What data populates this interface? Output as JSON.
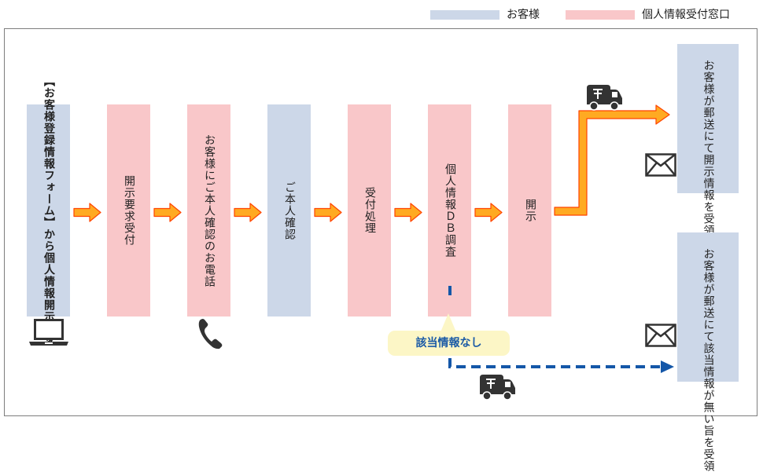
{
  "legend": {
    "customer": {
      "label": "お客様",
      "color": "#ccd7e8"
    },
    "desk": {
      "label": "個人情報受付窓口",
      "color": "#f9c7c9"
    }
  },
  "steps": {
    "s1": "【お客様登録情報フォーム】から個人情報開示請求",
    "s2": "開示要求受付",
    "s3": "お客様にご本人確認のお電話",
    "s4": "ご本人確認",
    "s5": "受付処理",
    "s6": "個人情報ＤＢ調査",
    "s7": "開示"
  },
  "results": {
    "top": "お客様が郵送にて開示情報を受領",
    "bottom": "お客様が郵送にて該当情報が無い旨を受領"
  },
  "callout": "該当情報なし",
  "colors": {
    "arrow_fill": "#ffaa22",
    "arrow_stroke": "#ff4400",
    "dashed_line": "#1457a8",
    "icon": "#333333"
  },
  "icons": [
    "laptop-icon",
    "phone-icon",
    "truck-icon",
    "envelope-icon"
  ]
}
